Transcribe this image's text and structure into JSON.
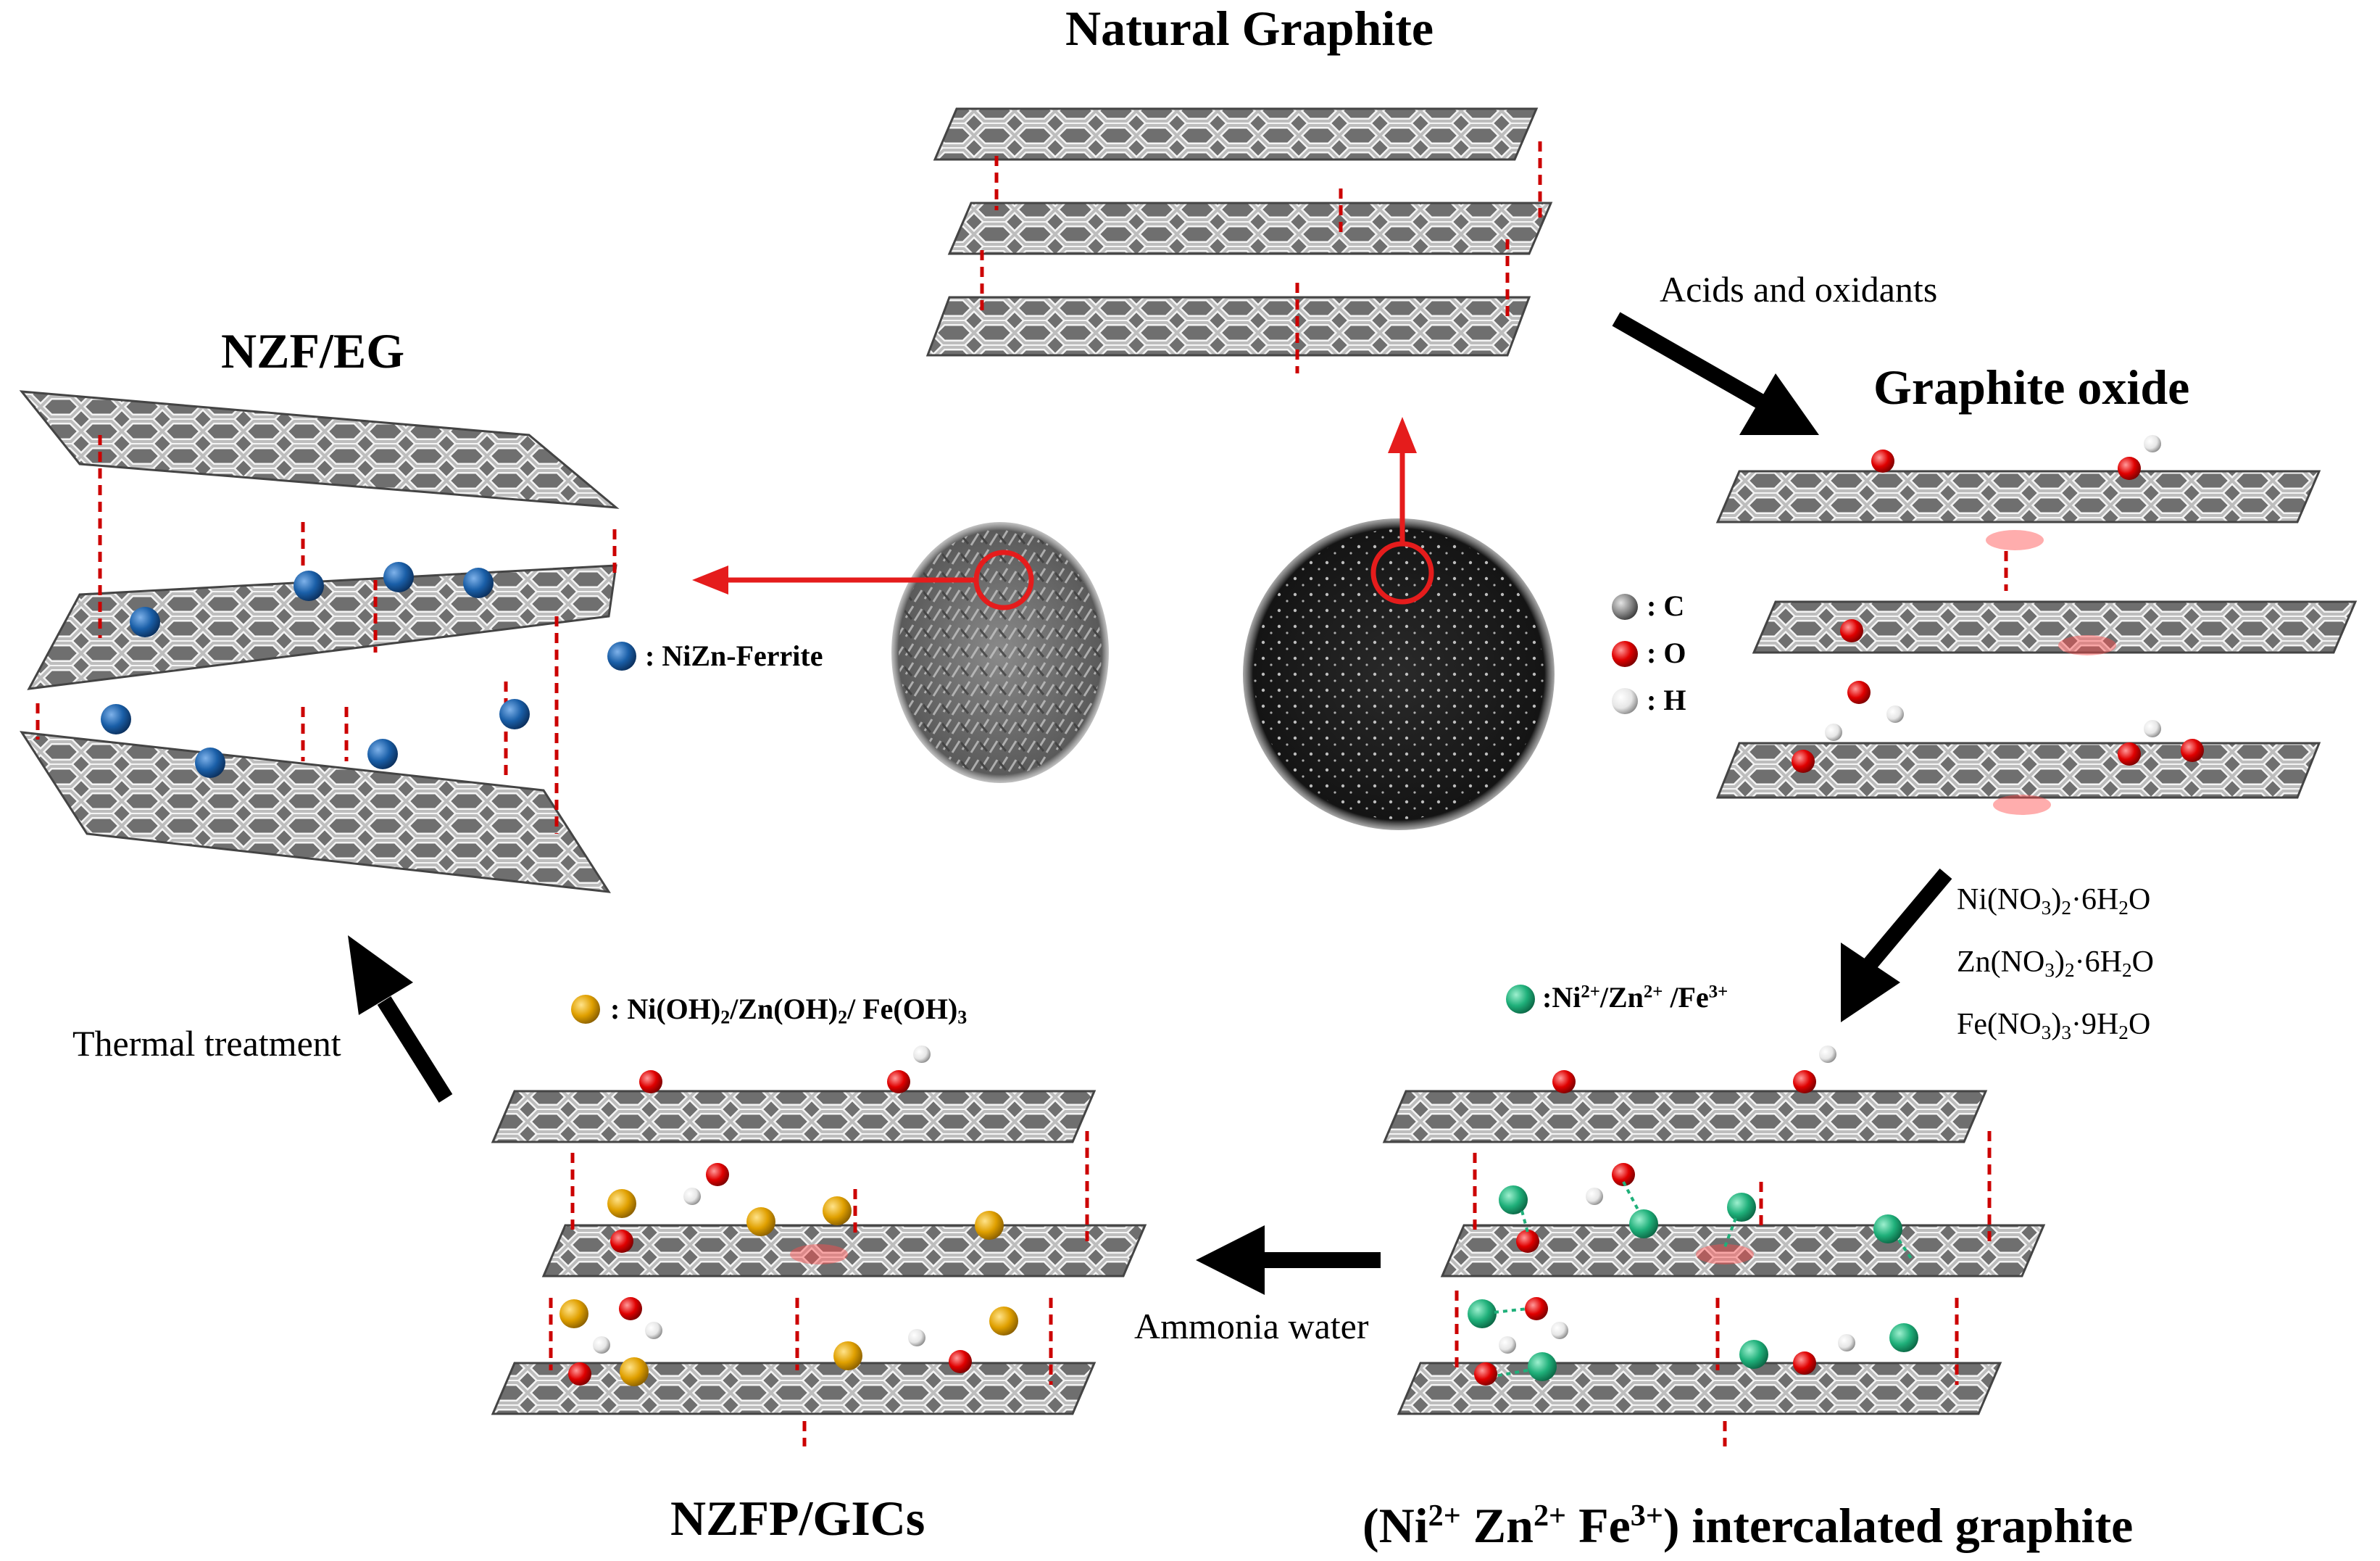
{
  "titles": {
    "natural_graphite": "Natural Graphite",
    "graphite_oxide": "Graphite oxide",
    "nzf_eg": "NZF/EG",
    "nzfp_gics": "NZFP/GICs",
    "intercalated_pre": "(Ni",
    "intercalated_sup1": "2+",
    "intercalated_mid1": " Zn",
    "intercalated_sup2": "2+",
    "intercalated_mid2": " Fe",
    "intercalated_sup3": "3+",
    "intercalated_post": ") intercalated graphite"
  },
  "steps": {
    "acids": "Acids and oxidants",
    "ammonia": "Ammonia water",
    "thermal": "Thermal treatment"
  },
  "reagents": [
    {
      "a": "Ni(NO",
      "s1": "3",
      "b": ")",
      "s2": "2",
      "c": "·6H",
      "s3": "2",
      "d": "O"
    },
    {
      "a": "Zn(NO",
      "s1": "3",
      "b": ")",
      "s2": "2",
      "c": "·6H",
      "s3": "2",
      "d": "O"
    },
    {
      "a": "Fe(NO",
      "s1": "3",
      "b": ")",
      "s2": "3",
      "c": "·9H",
      "s3": "2",
      "d": "O"
    }
  ],
  "legend_atoms": {
    "c": ": C",
    "o": ": O",
    "h": ": H"
  },
  "legend_ferrite": ": NiZn-Ferrite",
  "legend_ions": {
    "pre": ":Ni",
    "s1": "2+",
    "m1": "/Zn",
    "s2": "2+",
    "m2": " /Fe",
    "s3": "3+"
  },
  "legend_hydroxides": {
    "a": ": Ni(OH)",
    "s1": "2",
    "b": "/Zn(OH)",
    "s2": "2",
    "c": "/ Fe(OH)",
    "s3": "3"
  },
  "colors": {
    "carbon": "#8c8c8c",
    "oxygen": "#e00000",
    "hydrogen": "#f0f0f0",
    "ferrite": "#1a5fa8",
    "ions": "#1fb07a",
    "hydroxide": "#e0a000",
    "arrow_black": "#000000",
    "arrow_red": "#e51c1c",
    "spacer_dash": "#cc0000"
  }
}
